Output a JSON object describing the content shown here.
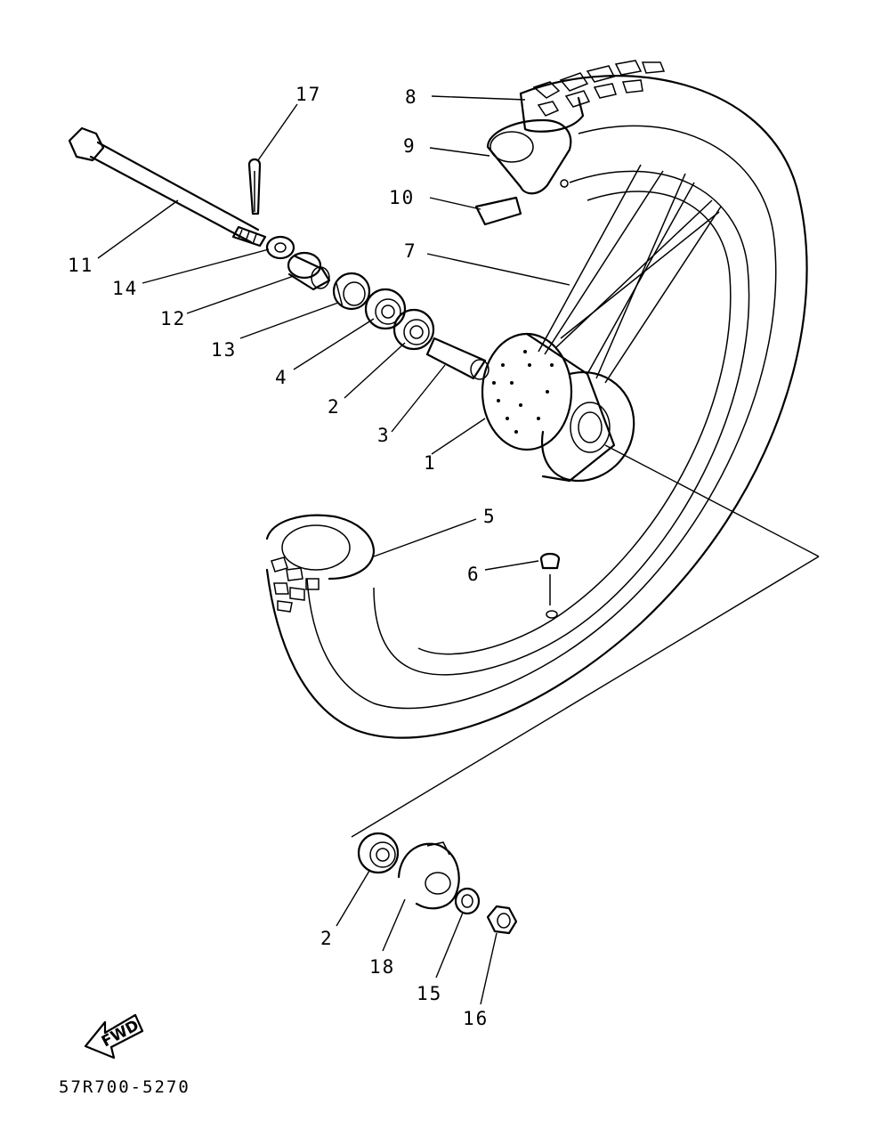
{
  "diagram": {
    "callouts": {
      "c1": "1",
      "c2a": "2",
      "c2b": "2",
      "c3": "3",
      "c4": "4",
      "c5": "5",
      "c6": "6",
      "c7": "7",
      "c8": "8",
      "c9": "9",
      "c10": "10",
      "c11": "11",
      "c12": "12",
      "c13": "13",
      "c14": "14",
      "c15": "15",
      "c16": "16",
      "c17": "17",
      "c18": "18"
    },
    "direction_marker": "FWD",
    "drawing_code": "57R700-5270"
  }
}
